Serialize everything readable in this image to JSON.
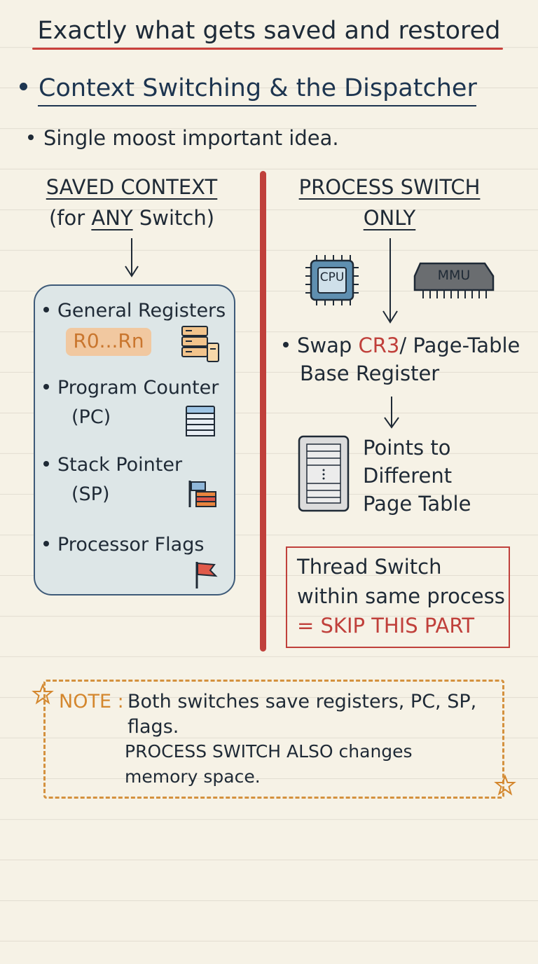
{
  "title": "Exactly what gets saved and restored",
  "heading": "Context Switching & the Dispatcher",
  "subpoint": "Single moost important idea.",
  "left_column": {
    "heading_line1": "SAVED CONTEXT",
    "heading_line2_prefix": "(for ",
    "heading_line2_emphasis": "ANY",
    "heading_line2_suffix": " Switch)",
    "items": [
      {
        "line1": "General Registers",
        "line2": "R0...Rn",
        "icon": "register-bank-icon"
      },
      {
        "line1": "Program Counter",
        "line2": "(PC)",
        "icon": "stack-of-pages-icon"
      },
      {
        "line1": "Stack Pointer",
        "line2": "(SP)",
        "icon": "stack-pointer-icon"
      },
      {
        "line1": "Processor Flags",
        "icon": "flag-icon"
      }
    ]
  },
  "right_column": {
    "heading_line1": "PROCESS SWITCH",
    "heading_line2": "ONLY",
    "cpu_label": "CPU",
    "mmu_label": "MMU",
    "swap_prefix": "Swap ",
    "swap_highlight": "CR3",
    "swap_suffix": "/ Page-Table",
    "swap_line2": "Base Register",
    "points_line1": "Points to",
    "points_line2": "Different",
    "points_line3": "Page Table",
    "thread_line1": "Thread Switch",
    "thread_line2": "within same process",
    "thread_line3": "= SKIP THIS PART"
  },
  "note": {
    "label": "NOTE :",
    "line1": "Both switches save registers, PC, SP,",
    "line2": "flags.",
    "line3": "PROCESS SWITCH ALSO changes",
    "line4": "memory space."
  },
  "colors": {
    "accent_red": "#c0403b",
    "note_orange": "#d4913e",
    "box_blue_border": "#3e5a78",
    "box_fill": "#dde6e7",
    "ink": "#1f2a36"
  }
}
